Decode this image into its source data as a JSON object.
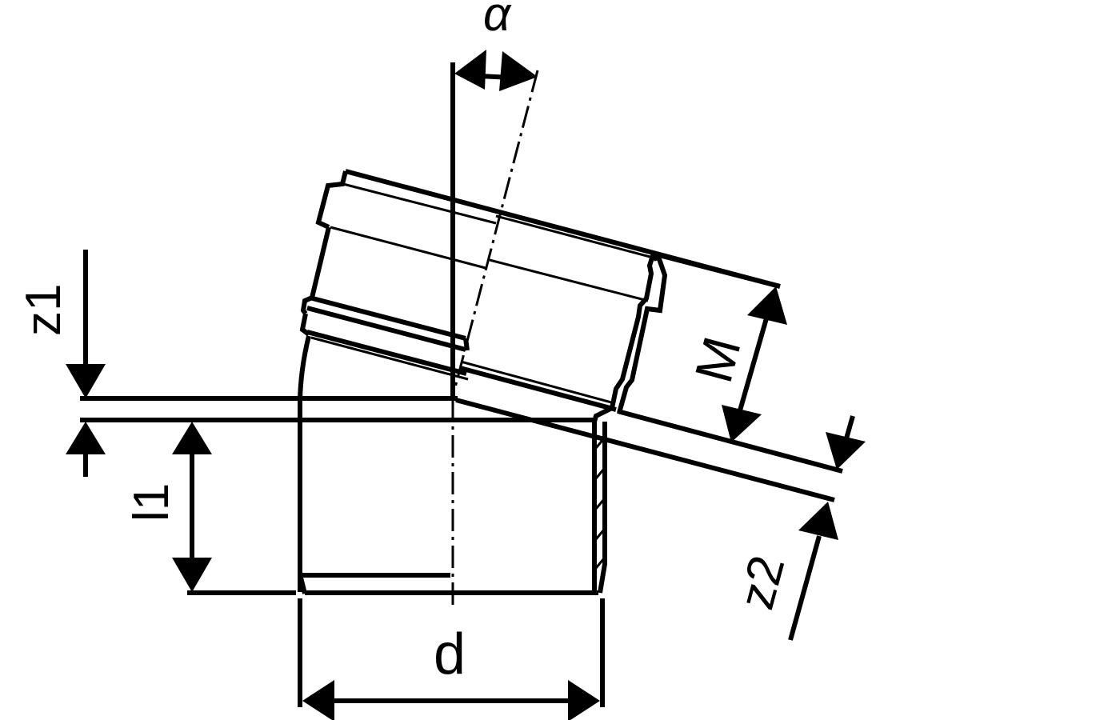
{
  "diagram": {
    "subject": "Pipe bend / elbow fitting with socket, dimensioned technical drawing",
    "line_color": "#000000",
    "background": "#ffffff"
  },
  "labels": {
    "angle": "α",
    "socket_depth": "M",
    "z1": "z1",
    "z2": "z2",
    "l1": "l1",
    "diameter": "d"
  }
}
